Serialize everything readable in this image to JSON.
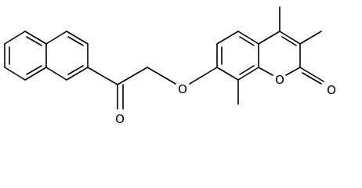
{
  "atoms": {
    "o_ketone": "O",
    "o_ether": "O",
    "o_ring": "O",
    "o_lactone_carbonyl": "O"
  }
}
